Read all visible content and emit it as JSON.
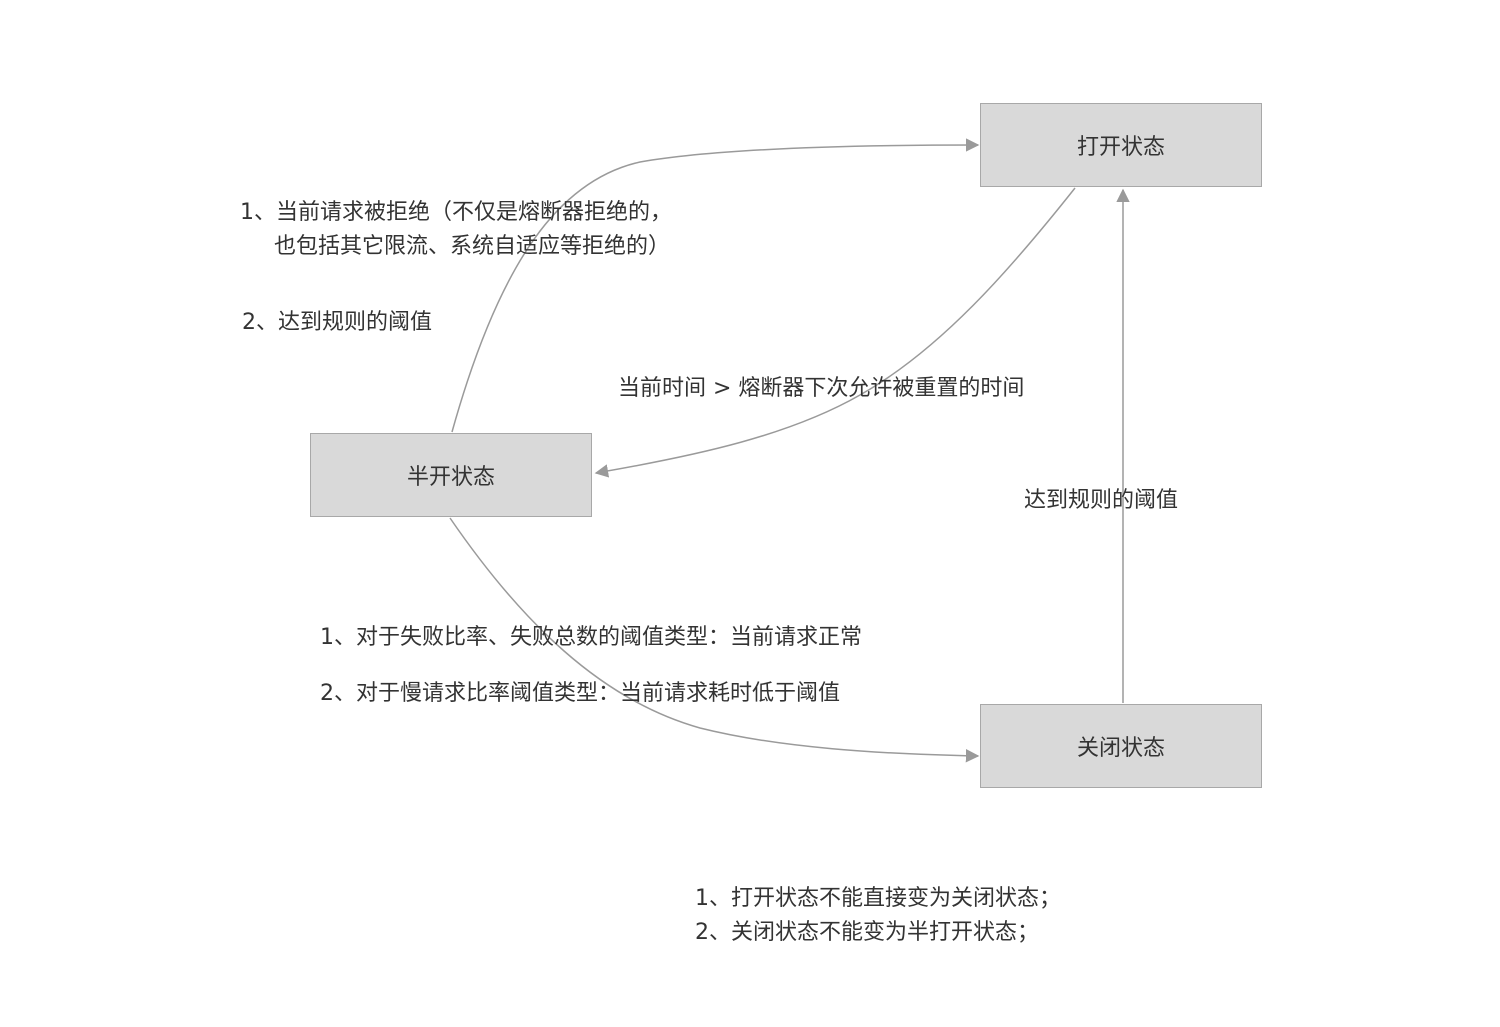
{
  "nodes": {
    "open": "打开状态",
    "half_open": "半开状态",
    "closed": "关闭状态"
  },
  "edges": {
    "half_to_open": {
      "lines": [
        "1、当前请求被拒绝（不仅是熔断器拒绝的，",
        "也包括其它限流、系统自适应等拒绝的）"
      ],
      "extra": "2、达到规则的阈值"
    },
    "open_to_half": "当前时间 > 熔断器下次允许被重置的时间",
    "closed_to_open": "达到规则的阈值",
    "half_to_closed": [
      "1、对于失败比率、失败总数的阈值类型：当前请求正常",
      "2、对于慢请求比率阈值类型：当前请求耗时低于阈值"
    ]
  },
  "notes": [
    "1、打开状态不能直接变为关闭状态；",
    "2、关闭状态不能变为半打开状态；"
  ],
  "colors": {
    "node_fill": "#d9d9d9",
    "node_border": "#a8a8a8",
    "edge": "#9a9a9a",
    "text": "#333333"
  }
}
